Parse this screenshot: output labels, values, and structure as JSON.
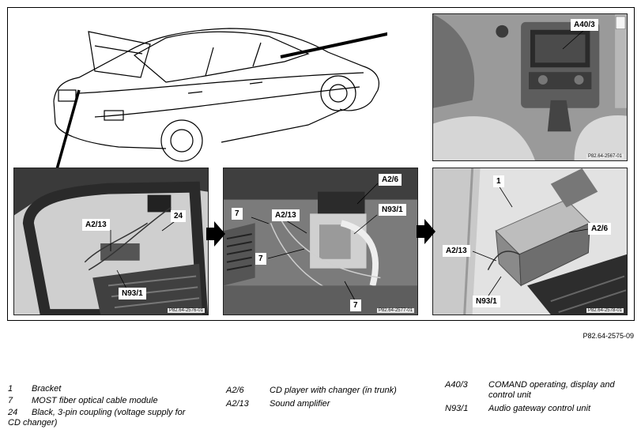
{
  "figure_code": "P82.64-2575-09",
  "photos": {
    "cockpit": {
      "code": "P82.64-2567-01",
      "callouts": [
        "A40/3"
      ]
    },
    "trunk_left": {
      "code": "P82.64-2576-01",
      "callouts": [
        "A2/13",
        "24",
        "N93/1"
      ]
    },
    "trunk_mid": {
      "code": "P82.64-2577-01",
      "callouts": [
        "A2/6",
        "7",
        "A2/13",
        "N93/1",
        "7",
        "7"
      ]
    },
    "trunk_right": {
      "code": "P82.64-2578-01",
      "callouts": [
        "1",
        "A2/6",
        "A2/13",
        "N93/1"
      ]
    }
  },
  "legend": {
    "col1": [
      {
        "key": "1",
        "text": "Bracket"
      },
      {
        "key": "7",
        "text": "MOST fiber optical cable module"
      },
      {
        "key": "24",
        "text": "Black, 3-pin coupling (voltage supply for CD changer)"
      }
    ],
    "col2": [
      {
        "key": "A2/6",
        "text": "CD player with changer (in trunk)"
      },
      {
        "key": "A2/13",
        "text": "Sound amplifier"
      }
    ],
    "col3": [
      {
        "key": "A40/3",
        "text": "COMAND operating, display and control unit"
      },
      {
        "key": "N93/1",
        "text": "Audio gateway control unit"
      }
    ]
  }
}
